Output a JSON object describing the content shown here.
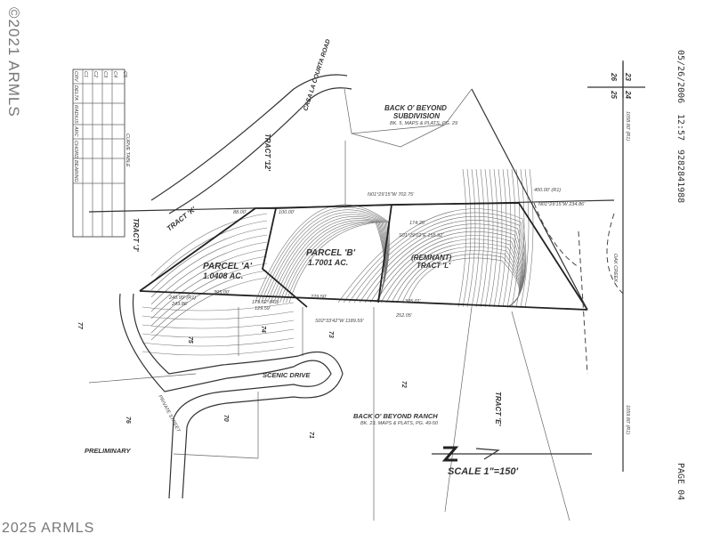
{
  "fax_header": {
    "date": "05/26/2006",
    "time": "12:57",
    "number": "9282841988",
    "page": "PAGE 04"
  },
  "watermarks": {
    "top_left": "©2021 ARMLS",
    "bottom_left": "2025 ARMLS"
  },
  "subdivisions": {
    "north": {
      "name": "BACK O' BEYOND",
      "name2": "SUBDIVISION",
      "ref": "BK. 5, MAPS & PLATS, PG. 29"
    },
    "south": {
      "name": "BACK O' BEYOND RANCH",
      "ref": "BK. 23, MAPS & PLATS, PG. 49-50"
    }
  },
  "parcels": {
    "a": {
      "name": "PARCEL 'A'",
      "area": "1.0408 AC."
    },
    "b": {
      "name": "PARCEL 'B'",
      "area": "1.7001 AC."
    },
    "remnant": {
      "line1": "(REMNANT)",
      "line2": "TRACT 'L'"
    }
  },
  "tracts": {
    "k": "TRACT 'K'",
    "j": "TRACT 'J'",
    "l12": "TRACT '12'",
    "e": "TRACT 'E'"
  },
  "roads": {
    "casa": "CASA LA COURTA ROAD",
    "scenic": "SCENIC DRIVE",
    "private": "PRIVATE STREET",
    "oak_creek": "OAK CREEK"
  },
  "lots": [
    "77",
    "76",
    "75",
    "74",
    "73",
    "72",
    "71",
    "70"
  ],
  "sections": [
    "23",
    "24",
    "26",
    "25"
  ],
  "dimensions": {
    "d1": "N01°29'15\"W 702.75'",
    "d2": "100.00'",
    "d3": "400.00' (R1)",
    "d4": "N01°29'15\"W 234.86'",
    "d5": "174.25'",
    "d6": "S01°29'02\"E 155.92'",
    "d7": "240.99' (R1)",
    "d8": "243.86'",
    "d9": "395.00'",
    "d10": "179.52' (R1)",
    "d11": "129.59'",
    "d12": "229.50'",
    "d13": "S02°33'42\"W 1189.59'",
    "d14": "345.01'",
    "d15": "88.00'",
    "d16": "252.05'",
    "d17": "1058.80' (R1)",
    "d18": "1059.80' (R1)"
  },
  "curve_table": {
    "title": "CURVE TABLE",
    "headers": [
      "CRV",
      "DELTA",
      "RADIUS",
      "ARC",
      "CHORD",
      "BEARING"
    ],
    "rows": [
      "C1",
      "C2",
      "C3",
      "C4",
      "C5"
    ]
  },
  "notes": {
    "preliminary": "PRELIMINARY",
    "scale": "SCALE 1\"=150'",
    "north_arrow": "north-arrow-icon"
  }
}
